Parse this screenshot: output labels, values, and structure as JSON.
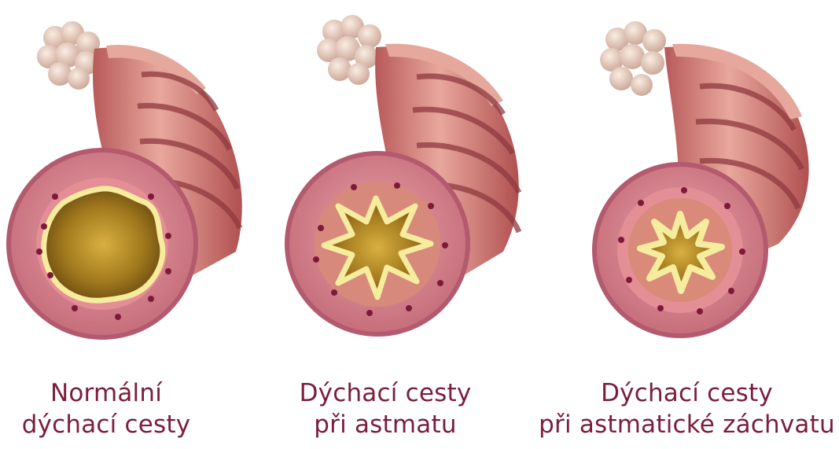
{
  "panels": [
    {
      "caption_line1": "Normální",
      "caption_line2": "dýchací cesty"
    },
    {
      "caption_line1": "Dýchací cesty",
      "caption_line2": "při astmatu"
    },
    {
      "caption_line1": "Dýchací cesty",
      "caption_line2": "při astmatické záchvatu"
    }
  ],
  "colors": {
    "caption": "#7a1e3c",
    "airway_wall": "#d88a86",
    "airway_band": "#a8484a",
    "mucosa": "#e6a0a6",
    "lumen": "#8a6418",
    "mucus_lining": "#f4e89a",
    "alveoli": "#ead1c2"
  }
}
